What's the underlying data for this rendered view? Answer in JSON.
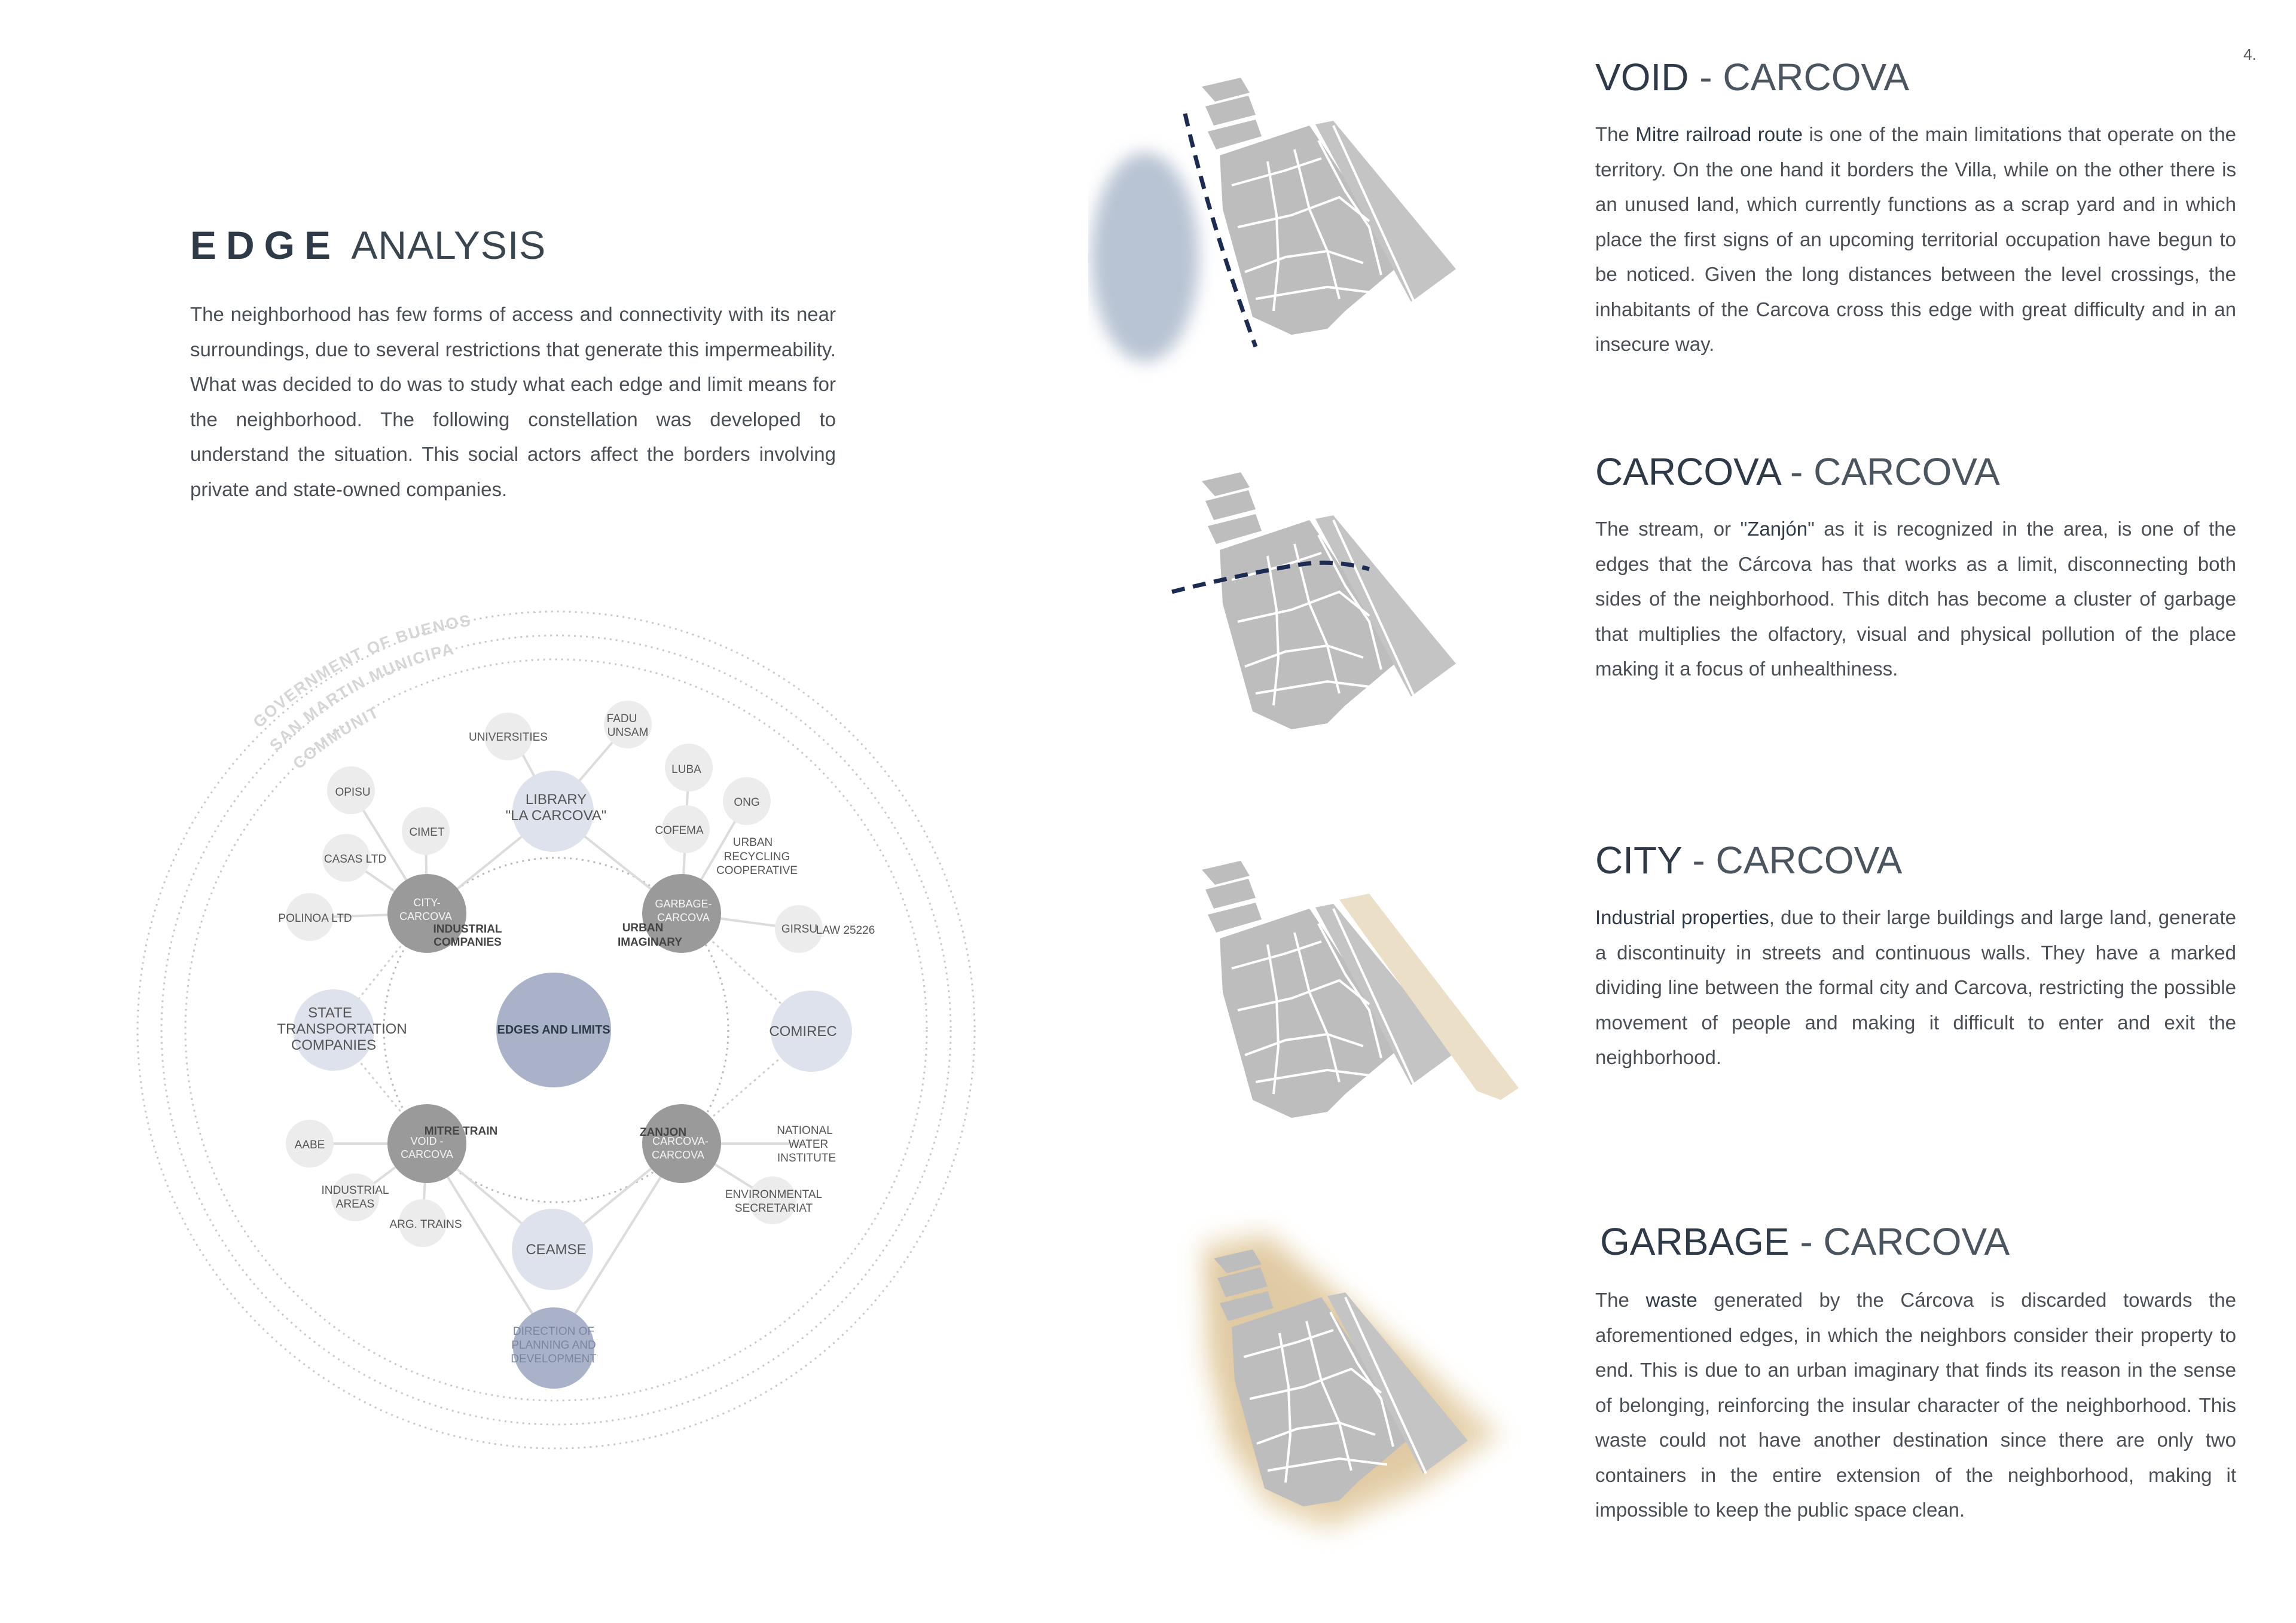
{
  "page_number": "4.",
  "edge_analysis": {
    "title_bold": "EDGE",
    "title_light": "ANALYSIS",
    "intro": "The neighborhood has few forms of access and connectivity with its near surroundings, due to several restrictions that generate this impermeability. What was decided to do was to study what each edge and limit means for the neighborhood. The following constellation was developed to understand the situation. This social actors affect the borders involving private and state-owned companies."
  },
  "diagram": {
    "rings": {
      "outer": "GOVERNMENT OF BUENOS AIRES",
      "middle": "SAN MARTIN MUNICIPALITY",
      "inner": "COMMUNITY"
    },
    "center": "EDGES AND LIMITS",
    "nodes": {
      "universities": "UNIVERSITIES",
      "fadu_1": "FADU",
      "fadu_2": "UNSAM",
      "luba": "LUBA",
      "library_1": "LIBRARY",
      "library_2": "\"LA CARCOVA\"",
      "ong": "ONG",
      "opisu": "OPISU",
      "cimet": "CIMET",
      "cofema": "COFEMA",
      "urban_recycling_1": "URBAN",
      "urban_recycling_2": "RECYCLING",
      "urban_recycling_3": "COOPERATIVE",
      "casas": "CASAS LTD",
      "polinoa": "POLINOA LTD",
      "city_carcova_1": "CITY-",
      "city_carcova_2": "CARCOVA",
      "industrial_companies_1": "INDUSTRIAL",
      "industrial_companies_2": "COMPANIES",
      "garbage_carcova_1": "GARBAGE-",
      "garbage_carcova_2": "CARCOVA",
      "urban_imaginary_1": "URBAN",
      "urban_imaginary_2": "IMAGINARY",
      "girsu": "GIRSU",
      "law": "LAW 25226",
      "state_1": "STATE",
      "state_2": "TRANSPORTATION",
      "state_3": "COMPANIES",
      "comirec": "COMIREC",
      "aabe": "AABE",
      "mitre_train": "MITRE TRAIN",
      "void_carcova_1": "VOID -",
      "void_carcova_2": "CARCOVA",
      "zanjon": "ZANJON",
      "carcova_carcova_1": "CARCOVA-",
      "carcova_carcova_2": "CARCOVA",
      "national_water_1": "NATIONAL",
      "national_water_2": "WATER",
      "national_water_3": "INSTITUTE",
      "industrial_areas_1": "INDUSTRIAL",
      "industrial_areas_2": "AREAS",
      "arg_trains": "ARG. TRAINS",
      "environmental_1": "ENVIRONMENTAL",
      "environmental_2": "SECRETARIAT",
      "ceamse": "CEAMSE",
      "direction_1": "DIRECTION OF",
      "direction_2": "PLANNING AND",
      "direction_3": "DEVELOPMENT"
    }
  },
  "sections": {
    "void": {
      "title_strong": "VOID",
      "title_rest": " - CARCOVA",
      "p1_pre": "The ",
      "p1_highlight": "Mitre railroad route",
      "p1_post": " is one of the main limitations that operate on the territory. On the one hand it borders the Villa, while on the other there is an unused land, which currently functions as a scrap yard and in which place the first signs of an upcoming territorial occupation have begun to be noticed. Given the long distances between the level crossings, the inhabitants of the Carcova cross this edge with great difficulty and in an insecure way."
    },
    "carcova": {
      "title_strong": "CARCOVA",
      "title_rest": " - CARCOVA",
      "p1_pre": "The stream, or \"",
      "p1_highlight": "Zanjón",
      "p1_post": "\" as it is recognized in the area, is one of the edges that the Cárcova has that works as a limit, disconnecting both sides of the neighborhood. This ditch has become a cluster of garbage that multiplies the olfactory, visual and physical pollution of the place making it a focus of unhealthiness."
    },
    "city": {
      "title_strong": "CITY",
      "title_rest": " - CARCOVA",
      "p1_pre": "",
      "p1_highlight": "Industrial properties",
      "p1_post": ", due to their large buildings and large land, generate a discontinuity in streets and continuous walls. They have a marked dividing line between the formal city and Carcova, restricting the possible movement of people and making it difficult to enter and exit the neighborhood."
    },
    "garbage": {
      "title_strong": "GARBAGE",
      "title_rest": " - CARCOVA",
      "p1_pre": "The ",
      "p1_highlight": "waste",
      "p1_post": " generated by the Cárcova is discarded towards the aforementioned edges, in which the neighbors consider their property to end. This is due to an urban imaginary that finds its reason in the sense of belonging, reinforcing the insular character of the neighborhood. This waste could not have another destination since there are only two containers in the entire extension of the neighborhood, making it impossible to keep the public space clean."
    }
  },
  "colors": {
    "title": "#2e3a48",
    "text": "#4a4f55",
    "dark_node": "#9a9a9a",
    "blue_node": "#a9b2c8",
    "light_blue_node": "#dde2ec",
    "light_node": "#ececec",
    "map_block": "#bdbdbd",
    "edge_dash": "#1c2b52",
    "water_blur": "#b8c3d3",
    "industrial": "#ecdfc8",
    "garbage": "#e6d3ae"
  }
}
